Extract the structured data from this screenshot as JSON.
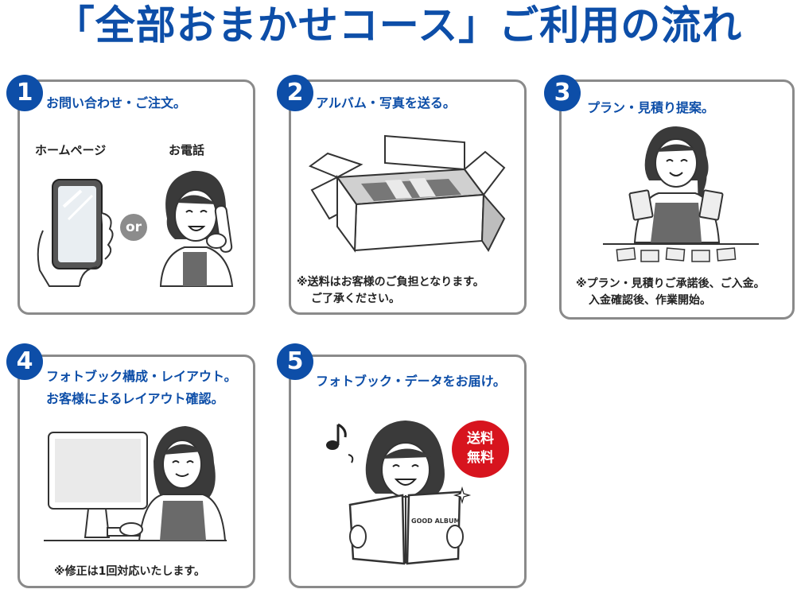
{
  "title": "「全部おまかせコース」ご利用の流れ",
  "steps": [
    {
      "number": "1",
      "text": "お問い合わせ・ご注文。",
      "labels": {
        "homepage": "ホームページ",
        "phone": "お電話",
        "or": "or"
      }
    },
    {
      "number": "2",
      "text": "アルバム・写真を送る。",
      "note_line1": "※送料はお客様のご負担となります。",
      "note_line2": "ご了承ください。"
    },
    {
      "number": "3",
      "text": "プラン・見積り提案。",
      "note_line1": "※プラン・見積りご承諾後、ご入金。",
      "note_line2": "入金確認後、作業開始。"
    },
    {
      "number": "4",
      "text_line1": "フォトブック構成・レイアウト。",
      "text_line2": "お客様によるレイアウト確認。",
      "note": "※修正は1回対応いたします。"
    },
    {
      "number": "5",
      "text": "フォトブック・データをお届け。",
      "badge_line1": "送料",
      "badge_line2": "無料",
      "album_label": "GOOD ALBUM"
    }
  ],
  "colors": {
    "accent": "#0d4ea8",
    "border": "#8a8a8a",
    "badge_red": "#d7141e"
  }
}
